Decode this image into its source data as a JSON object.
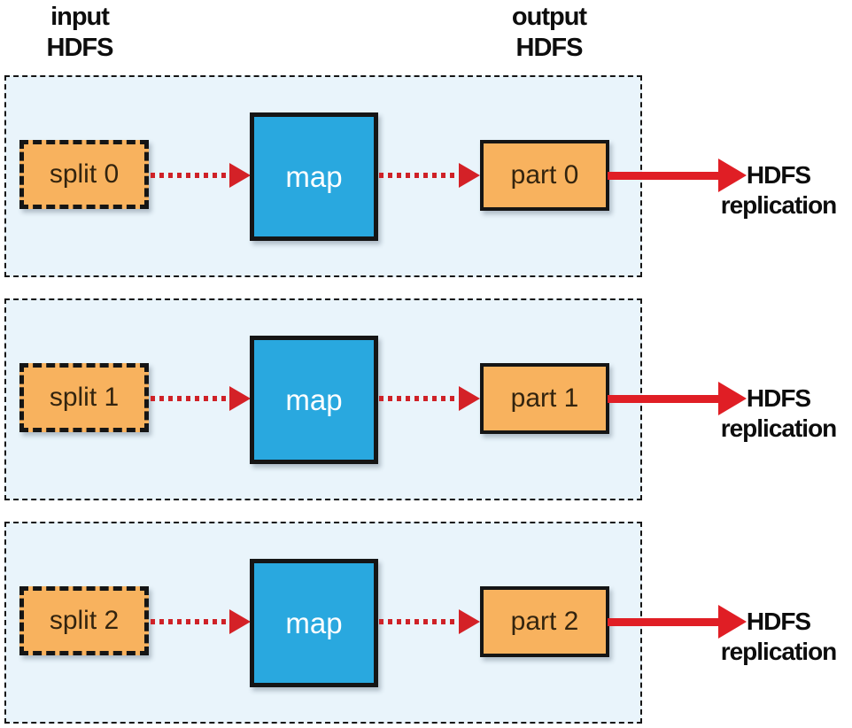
{
  "header": {
    "input": {
      "line1": "input",
      "line2": "HDFS"
    },
    "output": {
      "line1": "output",
      "line2": "HDFS"
    }
  },
  "rows": [
    {
      "split_label": "split 0",
      "map_label": "map",
      "part_label": "part 0",
      "replication_line1": "HDFS",
      "replication_line2": "replication"
    },
    {
      "split_label": "split 1",
      "map_label": "map",
      "part_label": "part 1",
      "replication_line1": "HDFS",
      "replication_line2": "replication"
    },
    {
      "split_label": "split 2",
      "map_label": "map",
      "part_label": "part 2",
      "replication_line1": "HDFS",
      "replication_line2": "replication"
    }
  ],
  "colors": {
    "panel_background": "#E9F4FB",
    "split_part_orange": "#F8B25E",
    "map_blue": "#29A8DF",
    "arrow_red": "#E01E25",
    "dotted_arrow_red": "#CF2127",
    "border_black": "#151515",
    "label_black": "#0D0D0D"
  }
}
